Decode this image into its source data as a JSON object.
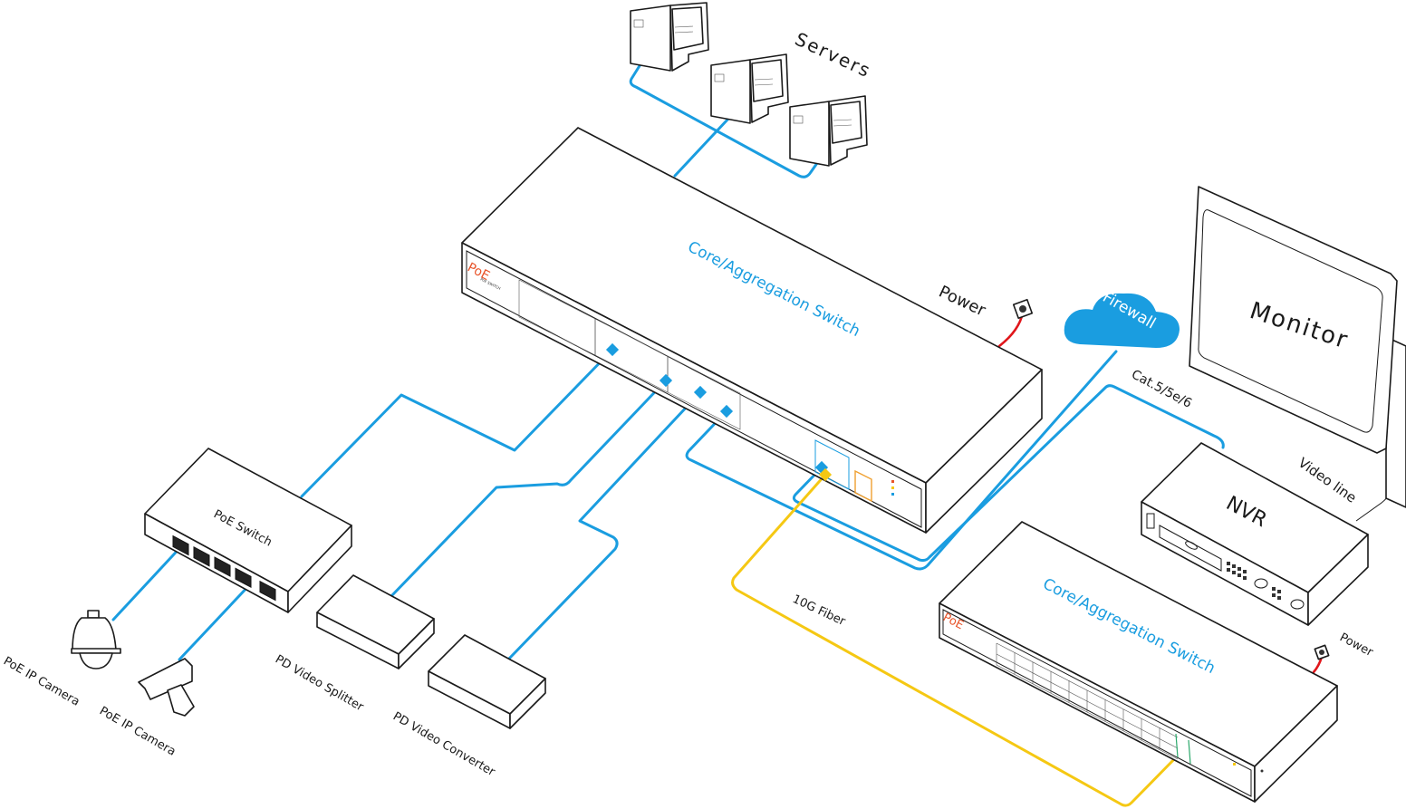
{
  "diagram": {
    "title": "PoE network topology",
    "colors": {
      "ethernet_cable": "#1a9de0",
      "fiber_cable": "#f5c813",
      "power_cable": "#e0161b",
      "outline": "#1a1a1a",
      "brand": "#e8542a"
    },
    "nodes": {
      "servers": {
        "label": "Servers",
        "count": 3
      },
      "core_switch_main": {
        "label": "Core/Aggregation Switch",
        "brand": "PoE",
        "subtitle": "PoE SWITCH"
      },
      "core_switch_secondary": {
        "label": "Core/Aggregation Switch",
        "brand": "PoE"
      },
      "poe_switch": {
        "label": "PoE Switch"
      },
      "firewall": {
        "label": "Firewall"
      },
      "monitor": {
        "label": "Monitor"
      },
      "nvr": {
        "label": "NVR"
      },
      "dome_camera": {
        "label": "PoE IP Camera"
      },
      "bullet_camera": {
        "label": "PoE IP Camera"
      },
      "video_splitter": {
        "label": "PD Video Splitter"
      },
      "video_converter": {
        "label": "PD Video Converter"
      }
    },
    "link_labels": {
      "power_main": "Power",
      "power_secondary": "Power",
      "cat_cable": "Cat.5/5e/6",
      "fiber": "10G Fiber",
      "video_line": "Video line"
    }
  }
}
